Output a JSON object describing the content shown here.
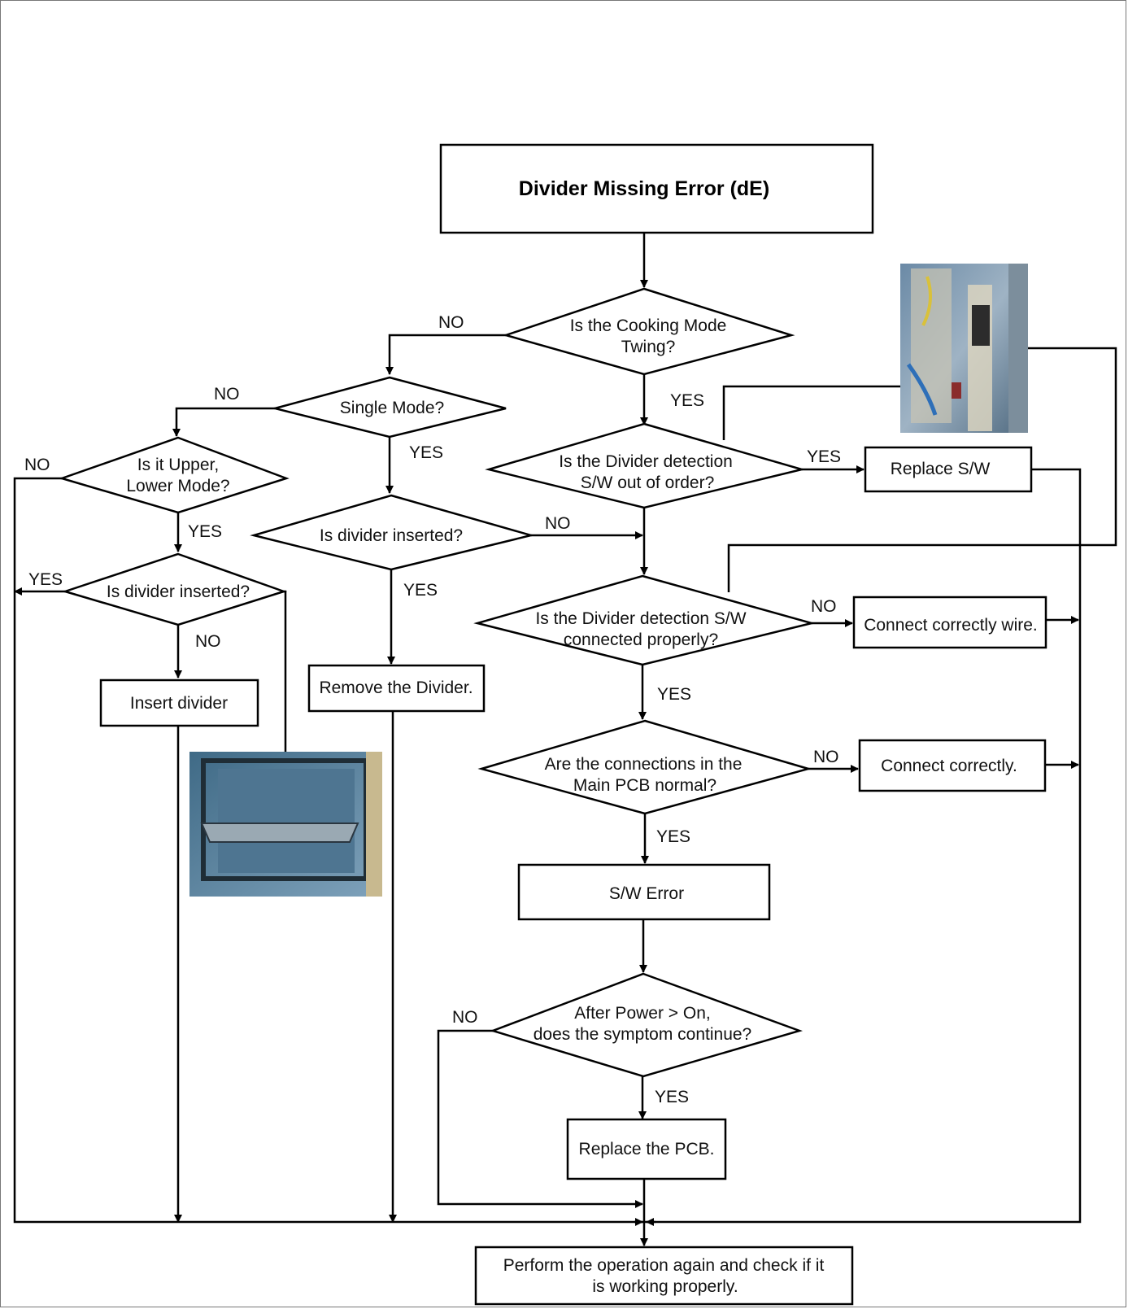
{
  "title": "Divider Missing Error (dE)",
  "nodes": {
    "cooking_mode": [
      "Is the Cooking Mode",
      "Twing?"
    ],
    "single_mode": "Single Mode?",
    "upper_lower": [
      "Is it Upper,",
      "Lower Mode?"
    ],
    "divider_inserted_left": "Is divider inserted?",
    "divider_inserted_mid": "Is divider inserted?",
    "insert_divider": "Insert divider",
    "remove_divider": "Remove the Divider.",
    "sw_out_of_order": [
      "Is the Divider detection",
      "S/W out of order?"
    ],
    "replace_sw": "Replace S/W",
    "sw_connected": [
      "Is the Divider detection S/W",
      "connected properly?"
    ],
    "connect_wire": "Connect correctly wire.",
    "main_pcb": [
      "Are the connections in the",
      "Main PCB normal?"
    ],
    "connect_correctly": "Connect correctly.",
    "sw_error": "S/W Error",
    "power_on": [
      "After Power > On,",
      "does the symptom continue?"
    ],
    "replace_pcb": "Replace the PCB.",
    "final": [
      "Perform the operation again and check if it",
      "is working properly."
    ]
  },
  "labels": {
    "no": "NO",
    "yes": "YES"
  },
  "images": {
    "switch_photo": "divider detection switch photo",
    "oven_photo": "oven with divider photo"
  },
  "colors": {
    "line": "#000000",
    "frame": "#777777"
  }
}
